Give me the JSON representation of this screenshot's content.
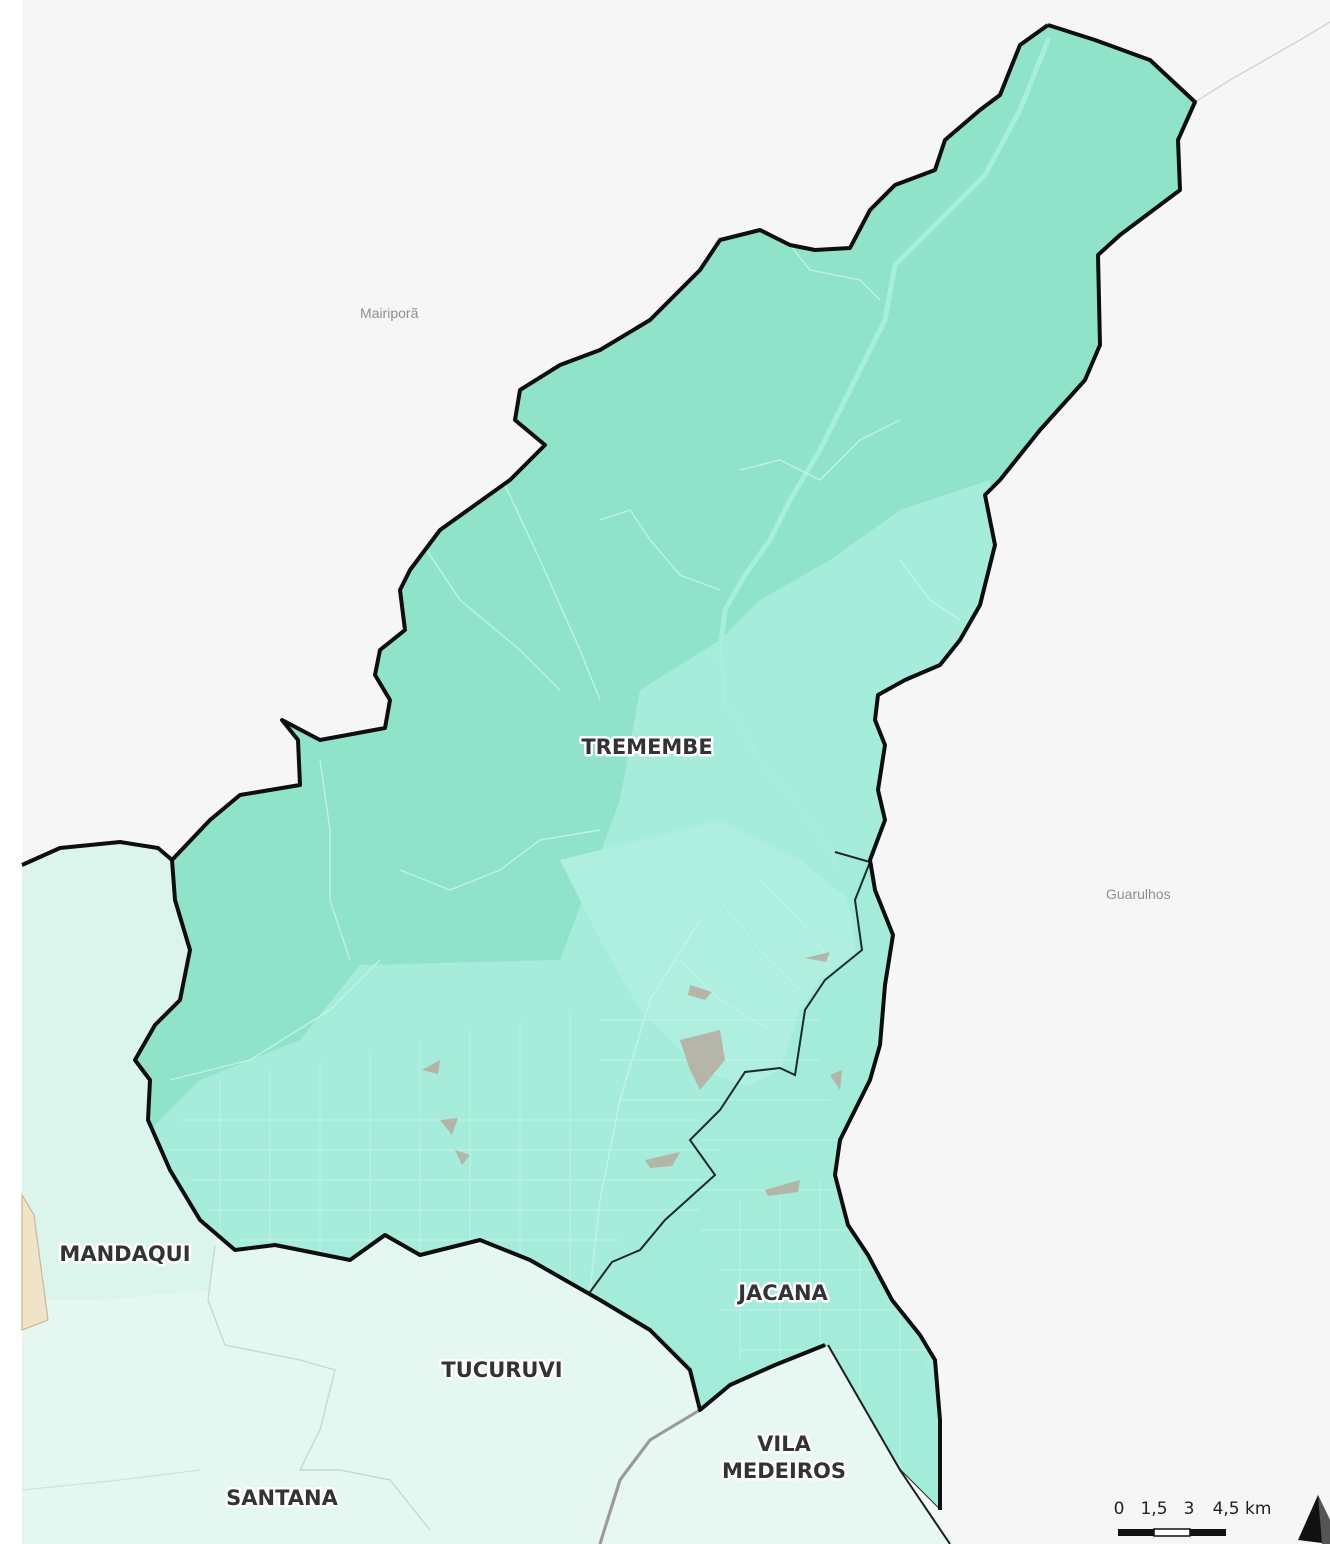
{
  "places": {
    "mairipora": "Mairiporã",
    "guarulhos": "Guarulhos"
  },
  "districts": {
    "tremembe": "TREMEMBE",
    "mandaqui": "MANDAQUI",
    "tucuruvi": "TUCURUVI",
    "santana": "SANTANA",
    "jacana": "JACANA",
    "vila_medeiros_line1": "VILA",
    "vila_medeiros_line2": "MEDEIROS"
  },
  "scale_bar": {
    "ticks": [
      "0",
      "1,5",
      "3",
      "4,5 km"
    ]
  },
  "colors": {
    "background": "#f6f6f6",
    "tremembe_rural": "#8ee3c9",
    "tremembe_urban": "#a6ecda",
    "jacana": "#a3ecd9",
    "neighbors": "#e4f7f0",
    "boundary": "#111111"
  }
}
